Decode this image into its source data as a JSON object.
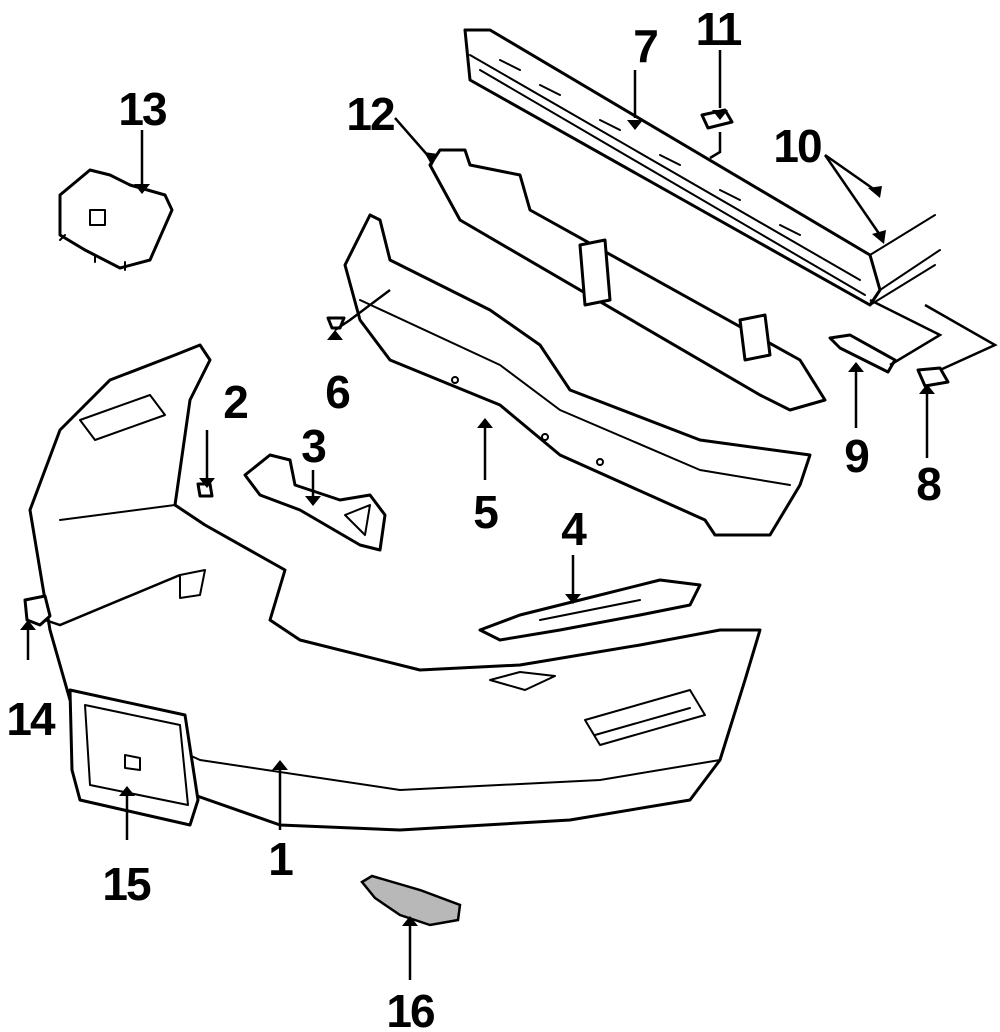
{
  "callouts": {
    "c1": "1",
    "c2": "2",
    "c3": "3",
    "c4": "4",
    "c5": "5",
    "c6": "6",
    "c7": "7",
    "c8": "8",
    "c9": "9",
    "c10": "10",
    "c11": "11",
    "c12": "12",
    "c13": "13",
    "c14": "14",
    "c15": "15",
    "c16": "16"
  },
  "colors": {
    "line": "#000000",
    "background": "#ffffff",
    "shading": "#b8b8b8"
  }
}
